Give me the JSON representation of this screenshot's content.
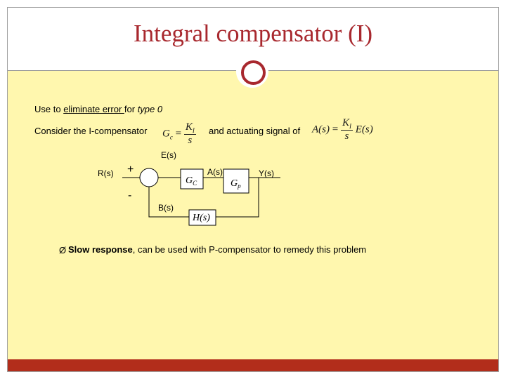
{
  "title": "Integral compensator (I)",
  "line1": {
    "prefix": "Use to ",
    "underlined": "eliminate error ",
    "middle": "for ",
    "italic": "type 0"
  },
  "line2": {
    "consider": "Consider the I-compensator",
    "and_text": "and actuating signal of",
    "gc_lhs": "G",
    "gc_sub": "c",
    "gc_eq": "=",
    "gc_num": "K",
    "gc_num_sub": "I",
    "gc_den": "s",
    "as_lhs": "A(s)",
    "as_eq": "=",
    "as_num": "K",
    "as_num_sub": "I",
    "as_den": "s",
    "as_rhs": "E(s)"
  },
  "diagram": {
    "input_label": "R(s)",
    "plus_sign": "+",
    "minus_sign": "-",
    "error_label": "E(s)",
    "actuating_label": "A(s)",
    "output_label": "Y(s)",
    "feedback_label": "B(s)",
    "block_gc": "G",
    "block_gc_sub": "C",
    "block_gp": "G",
    "block_gp_sub": "p",
    "block_h": "H(s)"
  },
  "bullet": {
    "marker": "Ø",
    "bold": "Slow response",
    "rest": ", can be used with P-compensator to remedy this problem"
  },
  "colors": {
    "accent": "#a8282e",
    "background": "#fff7ae",
    "bottom_bar": "#b22d1b"
  }
}
